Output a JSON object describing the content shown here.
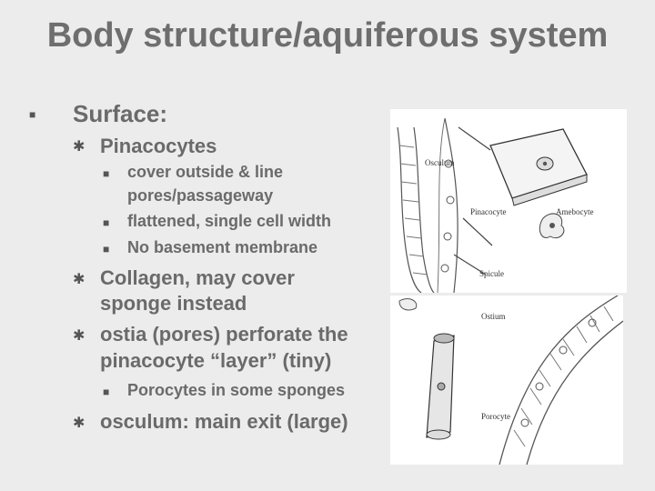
{
  "slide": {
    "title": "Body structure/aquiferous system",
    "level1": {
      "label": "Surface:"
    },
    "items": [
      {
        "label": "Pinacocytes",
        "sub": [
          {
            "line1": "cover outside & line",
            "line2": "pores/passageway"
          },
          {
            "line1": "flattened, single cell width"
          },
          {
            "line1": "No basement membrane"
          }
        ]
      },
      {
        "line1": "Collagen, may cover",
        "line2": "sponge instead"
      },
      {
        "line1": "ostia (pores) perforate the",
        "line2": "pinacocyte “layer” (tiny)",
        "sub": [
          {
            "line1": "Porocytes in some sponges"
          }
        ]
      },
      {
        "line1": "osculum: main exit (large)"
      }
    ]
  },
  "figure_top": {
    "labels": {
      "osculum": "Osculum",
      "pinacocyte": "Pinacocyte",
      "amebocyte": "Amebocyte",
      "spicule": "Spicule"
    }
  },
  "figure_bottom": {
    "labels": {
      "ostium": "Ostium",
      "porocyte": "Porocyte"
    }
  },
  "colors": {
    "background": "#ececec",
    "text": "#6a6a6a"
  }
}
